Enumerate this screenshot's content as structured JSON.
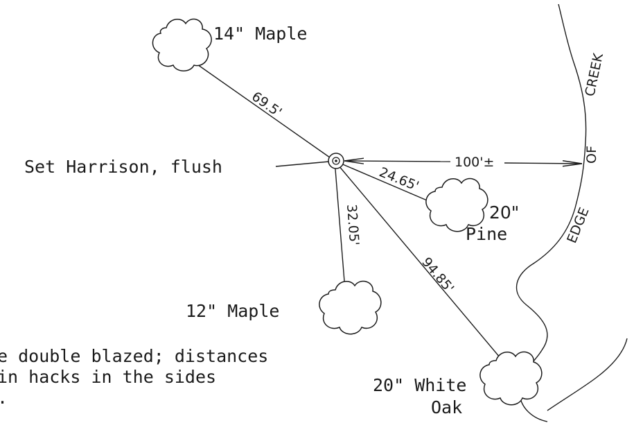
{
  "trees": {
    "maple_14": "14\" Maple",
    "pine_20_size": "20\"",
    "pine_20_name": "Pine",
    "maple_12": "12\" Maple",
    "white_oak_size": "20\" White",
    "white_oak_name": "Oak"
  },
  "monument": {
    "label": "Set Harrison, flush"
  },
  "distances": {
    "to_maple_14": "69.5'",
    "to_pine_20": "24.65'",
    "to_maple_12": "32.05'",
    "to_white_oak": "94.85'",
    "to_creek": "100'±"
  },
  "creek": {
    "words": [
      "EDGE",
      "OF",
      "CREEK"
    ]
  },
  "note": {
    "line1": "e double blazed; distances",
    "line2": " in hacks in the sides",
    "line3": "."
  }
}
